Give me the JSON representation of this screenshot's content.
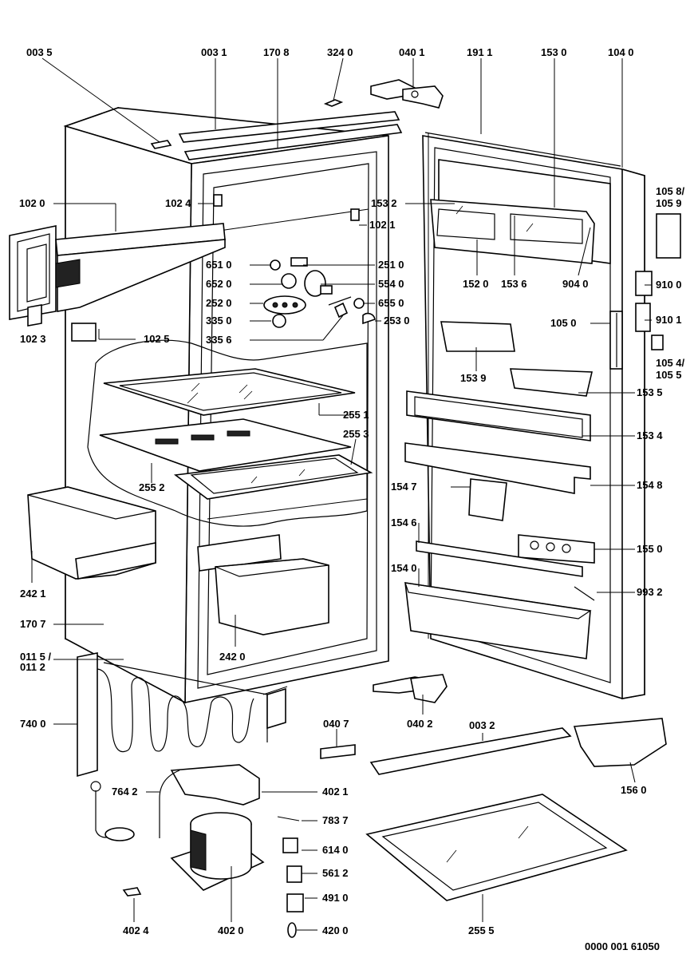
{
  "labels": {
    "l0035": "003 5",
    "l0031": "003 1",
    "l1708": "170 8",
    "l3240": "324 0",
    "l0401": "040 1",
    "l1911": "191 1",
    "l1530": "153 0",
    "l1040": "104 0",
    "l1020": "102 0",
    "l1024": "102 4",
    "l1021": "102 1",
    "l1532": "153 2",
    "l1058": "105 8/",
    "l1059": "105 9",
    "l6510": "651 0",
    "l2510": "251 0",
    "l6520": "652 0",
    "l5540": "554 0",
    "l2520": "252 0",
    "l6550": "655 0",
    "l3350": "335 0",
    "l2530": "253 0",
    "l3356": "335 6",
    "l1520": "152 0",
    "l1536": "153 6",
    "l9040": "904 0",
    "l9100": "910 0",
    "l9101": "910 1",
    "l1050": "105 0",
    "l1054": "105 4/",
    "l1055": "105 5",
    "l1023": "102 3",
    "l1025": "102 5",
    "l1539": "153 9",
    "l1535": "153 5",
    "l2551": "255 1",
    "l2553": "255 3",
    "l1534": "153 4",
    "l2552": "255 2",
    "l1547": "154 7",
    "l1548": "154 8",
    "l1546": "154 6",
    "l1550": "155 0",
    "l2421": "242 1",
    "l1540": "154 0",
    "l9932": "993 2",
    "l1707": "170 7",
    "l2420": "242 0",
    "l0115": "011 5 /",
    "l0112": "011 2",
    "l7400": "740 0",
    "l0407": "040 7",
    "l0402": "040 2",
    "l0032": "003 2",
    "l1560": "156 0",
    "l7642": "764 2",
    "l4021": "402 1",
    "l7837": "783 7",
    "l6140": "614 0",
    "l5612": "561 2",
    "l4910": "491 0",
    "l4024": "402 4",
    "l4020": "402 0",
    "l4200": "420 0",
    "l2555": "255 5",
    "docnum": "0000 001 61050"
  }
}
